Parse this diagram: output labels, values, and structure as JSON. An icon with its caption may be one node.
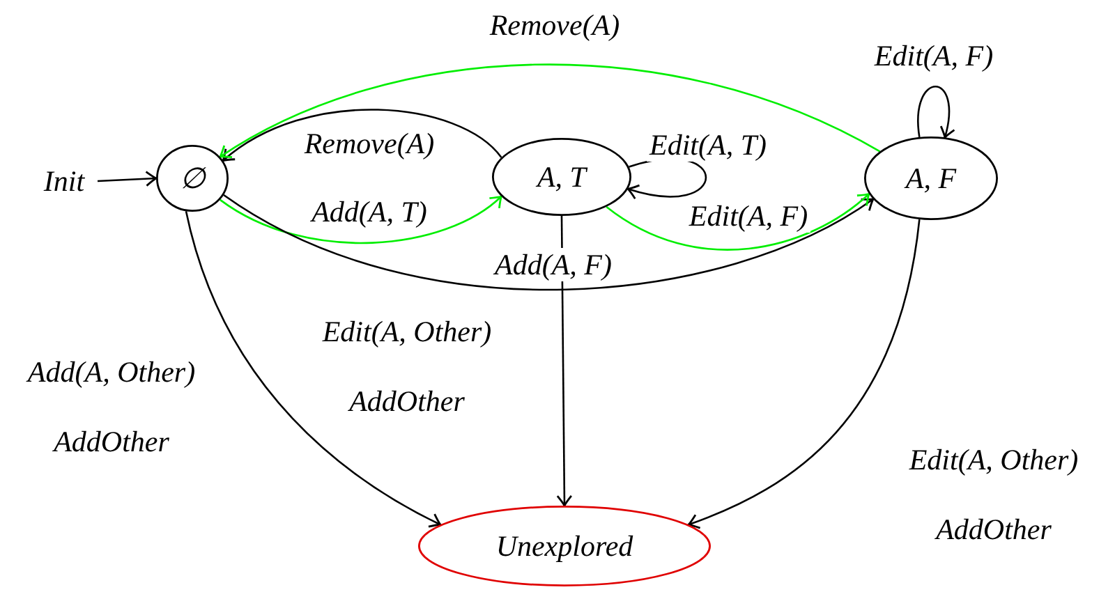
{
  "diagram": {
    "nodes": [
      {
        "text": [
          "Init"
        ]
      },
      {
        "text": [
          "∅"
        ]
      },
      {
        "text": [
          "A, T"
        ]
      },
      {
        "text": [
          "A, F"
        ]
      },
      {
        "text": [
          "Unexplored"
        ]
      }
    ],
    "edges": [
      {
        "from": 0,
        "to": 1,
        "arrow": "to"
      },
      {
        "from": 2,
        "to": 1,
        "arrow": "to",
        "label": "Remove(A)"
      },
      {
        "from": 3,
        "to": 1,
        "arrow": "to",
        "label": "Remove(A)",
        "color": "#00ee00"
      },
      {
        "from": 1,
        "to": 2,
        "arrow": "to",
        "label": "Add(A, T)",
        "color": "#00ee00"
      },
      {
        "from": 1,
        "to": 3,
        "arrow": "to",
        "label": "Add(A, F)"
      },
      {
        "from": 2,
        "to": 2,
        "arrow": "to",
        "label": "Edit(A, T)"
      },
      {
        "from": 2,
        "to": 3,
        "arrow": "to",
        "label": "Edit(A, F)",
        "color": "#00ee00"
      },
      {
        "from": 3,
        "to": 3,
        "arrow": "to",
        "label": "Edit(A, F)"
      },
      {
        "from": 1,
        "to": 4,
        "arrow": "to",
        "label": "Add(A, Other) AddOther"
      },
      {
        "from": 2,
        "to": 4,
        "arrow": "to",
        "label": "Edit(A, Other) AddOther"
      },
      {
        "from": 3,
        "to": 4,
        "arrow": "to",
        "label": "Edit(A, Other) AddOther"
      }
    ]
  }
}
